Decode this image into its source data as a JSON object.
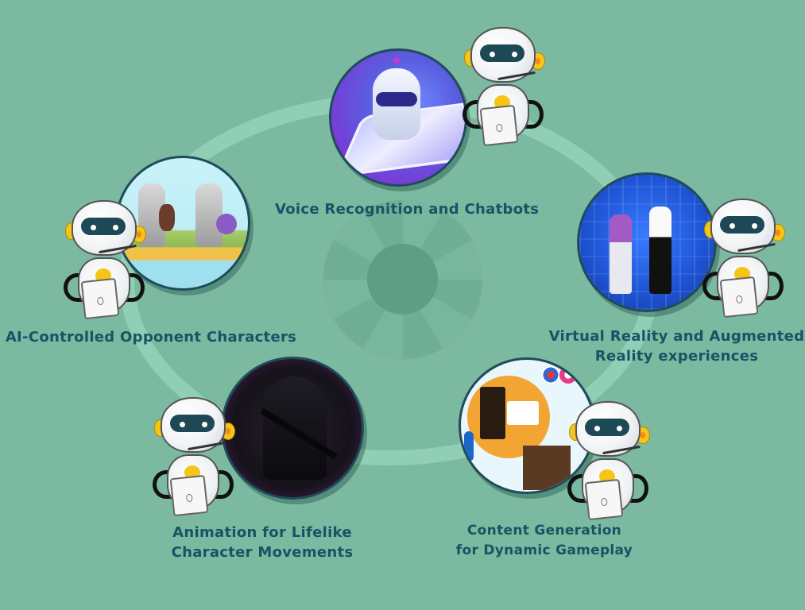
{
  "diagram": {
    "theme": "AI applications in gaming",
    "colors": {
      "background": "#7bb9a0",
      "ring": "#94d1b9",
      "hub_outer": "#74b39a",
      "hub_inner": "#5f9e84",
      "label_text": "#1a5266",
      "photo_border": "#1f4c5a"
    },
    "center_hub": {
      "icon": "concentric-circle-hub-icon"
    },
    "nodes": [
      {
        "id": "voice",
        "label": "Voice Recognition and Chatbots",
        "image": "robot-on-smartphone-with-sound-waves",
        "position": "top"
      },
      {
        "id": "opponents",
        "label": "AI-Controlled Opponent Characters",
        "image": "two-knights-fighting",
        "position": "left"
      },
      {
        "id": "vr",
        "label_line1": "Virtual Reality and Augmented",
        "label_line2": "Reality experiences",
        "image": "two-players-with-vr-headsets-and-guns",
        "position": "right"
      },
      {
        "id": "animation",
        "label_line1": "Animation for Lifelike",
        "label_line2": "Character Movements",
        "image": "armored-soldier-with-rifle",
        "position": "bottom-left"
      },
      {
        "id": "content",
        "label_line1": "Content Generation",
        "label_line2": "for Dynamic Gameplay",
        "image": "board-games-dominoes-cards-chips",
        "position": "bottom-right"
      }
    ],
    "mascot": {
      "icon": "robot-mascot-with-tablet-icon",
      "count": 5
    }
  }
}
